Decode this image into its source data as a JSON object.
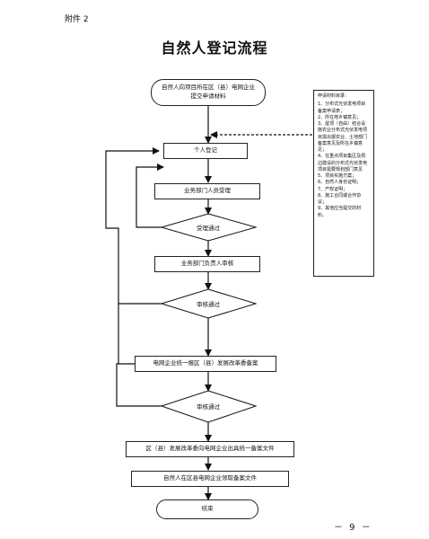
{
  "header": {
    "attachment": "附件 2"
  },
  "title": "自然人登记流程",
  "flow": {
    "start": "自然人向项目所在区（县）电网企业提交申请材料",
    "step1": "个人登记",
    "step2": "业务部门人员受理",
    "decision1": "受理通过",
    "step3": "业务部门负责人审核",
    "decision2": "审核通过",
    "step4": "电网企业统一报区（县）发展改革委备案",
    "decision3": "审核通过",
    "step5": "区（县）发展改革委向电网企业出具统一备案文件",
    "step6": "自然人在区县电网企业领取备案文件",
    "end": "结束"
  },
  "sidebar": {
    "title": "申请材料目录：",
    "items": [
      "1、分布式光伏发电项目备案申请表；",
      "2、所在地乡镇意见；",
      "3、屋顶（自由）结合设施农业分布式光伏发电项目需出报农业、土地部门备案意见及所在乡镇意见；",
      "4、在重点项目集区及周边建设的分布式光伏发电项目需要规划部门意见",
      "5、项目实施方案；",
      "6、自然人身份证明；",
      "7、产权证明；",
      "8、施工合同或合作协议；",
      "9、其他应当提交的材料。"
    ]
  },
  "footer": {
    "page_number": "－ 9 －"
  }
}
